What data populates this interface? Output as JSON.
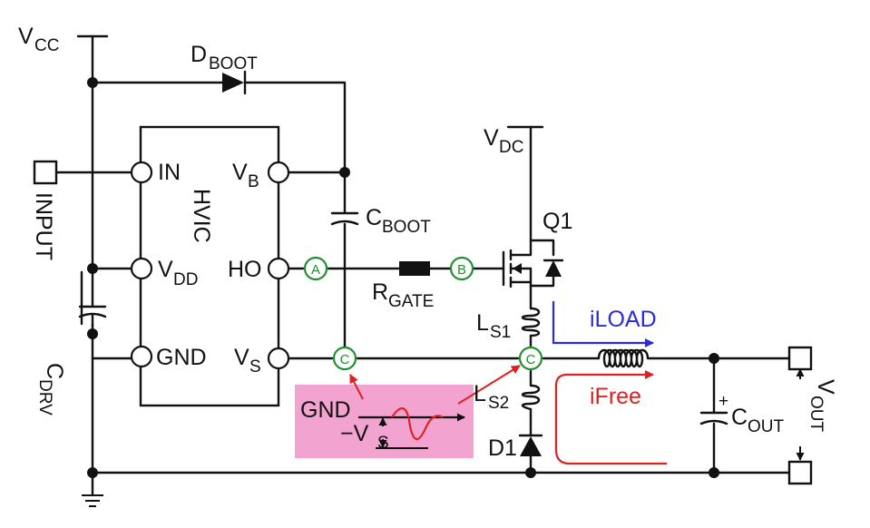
{
  "labels": {
    "vcc": "V",
    "vcc_sub": "CC",
    "dboot": "D",
    "dboot_sub": "BOOT",
    "input": "INPUT",
    "hvic": "HVIC",
    "in": "IN",
    "vdd": "V",
    "vdd_sub": "DD",
    "gnd_pin": "GND",
    "vb": "V",
    "vb_sub": "B",
    "ho": "HO",
    "vs": "V",
    "vs_sub": "S",
    "cboot": "C",
    "cboot_sub": "BOOT",
    "rgate": "R",
    "rgate_sub": "GATE",
    "vdc": "V",
    "vdc_sub": "DC",
    "q1": "Q1",
    "ls1": "L",
    "ls1_sub": "S1",
    "ls2": "L",
    "ls2_sub": "S2",
    "d1": "D1",
    "cdrv": "C",
    "cdrv_sub": "DRV",
    "cout": "C",
    "cout_sub": "OUT",
    "vout": "V",
    "vout_sub": "OUT",
    "iload": "iLOAD",
    "ifree": "iFree",
    "plus": "+"
  },
  "nodes": {
    "a": "A",
    "b": "B",
    "c": "C"
  },
  "inset": {
    "gnd": "GND",
    "neg_vs": "−V",
    "neg_vs_sub": "S"
  },
  "colors": {
    "wire": "#111111",
    "node_ring": "#1f8f2f",
    "iload": "#2a2adf",
    "ifree": "#e02020",
    "inset_bg": "#f3a3d0",
    "annotation_arrow": "#e02020"
  }
}
